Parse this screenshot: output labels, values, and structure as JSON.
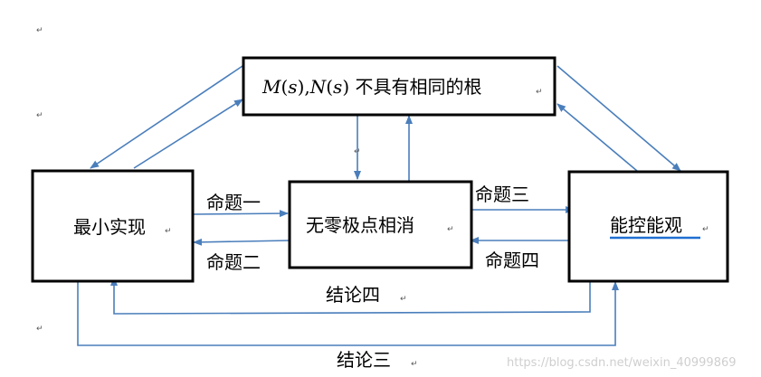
{
  "nodes": {
    "top": {
      "math_parts": [
        "M",
        "(",
        "s",
        "),",
        "N",
        "(",
        "s",
        ")"
      ],
      "text": " 不具有相同的根"
    },
    "left": {
      "label": "最小实现"
    },
    "center": {
      "label": "无零极点相消"
    },
    "right": {
      "label": "能控能观"
    }
  },
  "edge_labels": {
    "prop1": "命题一",
    "prop2": "命题二",
    "prop3": "命题三",
    "prop4": "命题四",
    "conc4": "结论四",
    "conc3": "结论三"
  },
  "paragraph_mark": "↵",
  "watermark": "https://blog.csdn.net/weixin_40999869",
  "colors": {
    "arrow": "#4a7ebb",
    "underline": "#1f6fd1",
    "box_border": "#000000"
  }
}
